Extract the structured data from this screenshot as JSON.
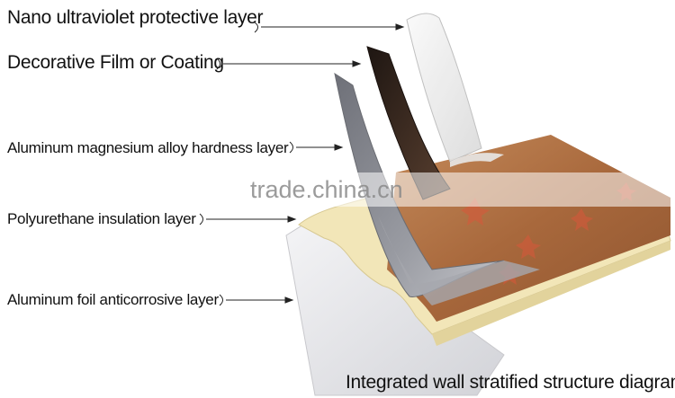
{
  "labels": {
    "nano_uv_layer": "Nano ultraviolet protective layer",
    "decorative_film": "Decorative Film or Coating",
    "alloy_hardness_layer": "Aluminum magnesium alloy hardness layer",
    "pu_insulation_layer": "Polyurethane insulation layer",
    "foil_anticorrosive_layer": "Aluminum foil anticorrosive layer"
  },
  "caption": "Integrated wall stratified structure diagram",
  "watermark": "trade.china.cn",
  "colors": {
    "text": "#111111",
    "wood": "#b07245",
    "foam": "#f2e6b8",
    "foil": "#e6e6ea",
    "alloy": "#8c8e95",
    "film": "#3a2a20",
    "uv_sheet": "#f3f3f3"
  }
}
